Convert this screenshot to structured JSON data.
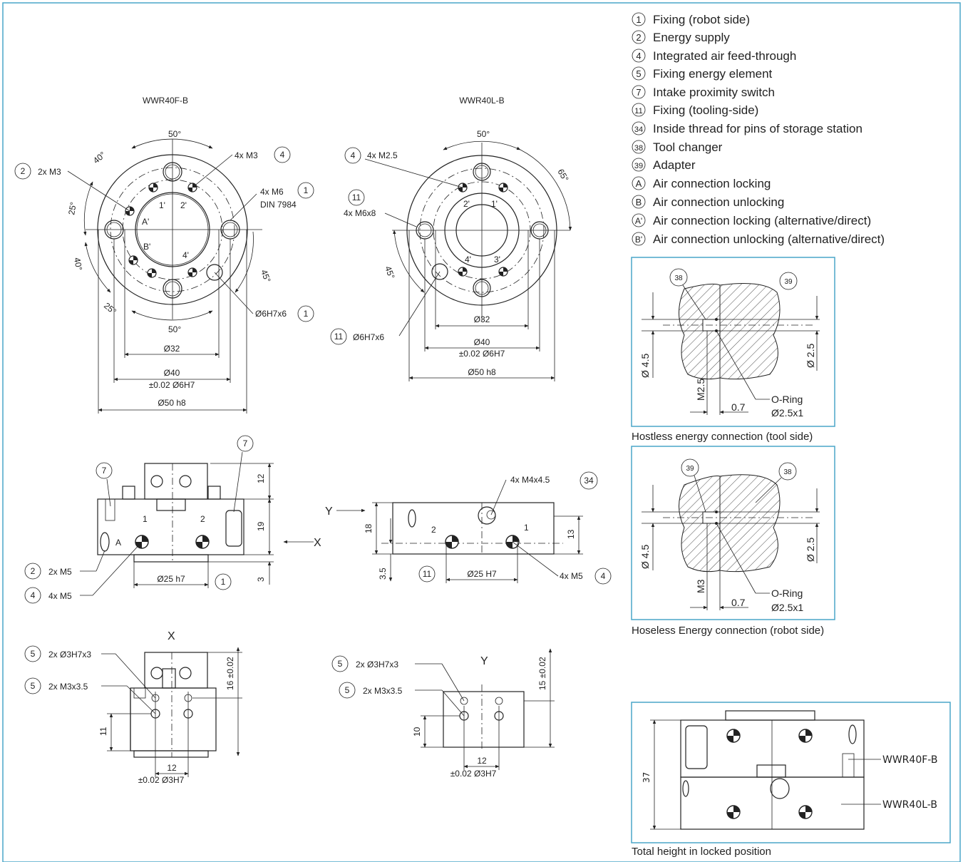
{
  "legend": [
    {
      "marker": "1",
      "text": "Fixing (robot side)"
    },
    {
      "marker": "2",
      "text": "Energy supply"
    },
    {
      "marker": "4",
      "text": "Integrated air feed-through"
    },
    {
      "marker": "5",
      "text": "Fixing energy element"
    },
    {
      "marker": "7",
      "text": "Intake proximity switch"
    },
    {
      "marker": "11",
      "text": "Fixing (tooling-side)"
    },
    {
      "marker": "34",
      "text": "Inside thread for pins of storage station"
    },
    {
      "marker": "38",
      "text": "Tool changer"
    },
    {
      "marker": "39",
      "text": "Adapter"
    },
    {
      "marker": "A",
      "text": "Air connection locking"
    },
    {
      "marker": "B",
      "text": "Air connection unlocking"
    },
    {
      "marker": "A'",
      "text": "Air connection locking (alternative/direct)"
    },
    {
      "marker": "B'",
      "text": "Air connection unlocking (alternative/direct)"
    }
  ],
  "views": {
    "left_title": "WWR40F-B",
    "right_title": "WWR40L-B",
    "x_view": "X",
    "y_view": "Y"
  },
  "left_top": {
    "m3_2x": "2x M3",
    "m3_4x": "4x M3",
    "m6_4x": "4x M6",
    "din": "DIN 7984",
    "pin": "Ø6H7x6",
    "ang50_top": "50°",
    "ang50_bot": "50°",
    "ang40_top": "40°",
    "ang40_mid": "40°",
    "ang25_top": "25°",
    "ang25_bot": "25°",
    "ang45": "45°",
    "d32": "Ø32",
    "d40": "Ø40",
    "d40_tol": "±0.02 Ø6H7",
    "d50": "Ø50 h8",
    "port_1": "1'",
    "port_2": "2'",
    "port_a": "A'",
    "port_b": "B'",
    "port_4": "4'",
    "n2": "2",
    "n4": "4",
    "n1a": "1",
    "n1b": "1"
  },
  "right_top": {
    "m25": "4x M2.5",
    "m6x8": "4x M6x8",
    "pin": "Ø6H7x6",
    "ang50": "50°",
    "ang65": "65°",
    "ang45": "45°",
    "d32": "Ø32",
    "d40": "Ø40",
    "d40_tol": "±0.02 Ø6H7",
    "d50": "Ø50 h8",
    "port_2": "2'",
    "port_1": "1'",
    "port_4": "4'",
    "port_3": "3'",
    "n4": "4",
    "n11a": "11",
    "n11b": "11"
  },
  "left_side": {
    "m5_2x": "2x M5",
    "m5_4x": "4x M5",
    "d25": "Ø25 h7",
    "h12": "12",
    "h19": "19",
    "h3": "3",
    "a": "A",
    "p1": "1",
    "p2": "2",
    "n7a": "7",
    "n7b": "7",
    "n2": "2",
    "n4": "4",
    "n1": "1"
  },
  "right_side": {
    "m4": "4x M4x4.5",
    "m5": "4x M5",
    "d25": "Ø25 H7",
    "h18": "18",
    "h13": "13",
    "h35": "3.5",
    "p1": "1",
    "p2": "2",
    "n34": "34",
    "n11": "11",
    "n4": "4"
  },
  "left_bottom": {
    "d3": "2x Ø3H7x3",
    "m3": "2x M3x3.5",
    "h16": "16 ±0.02",
    "h11": "11",
    "w12": "12",
    "tol": "±0.02 Ø3H7",
    "n5a": "5",
    "n5b": "5"
  },
  "right_bottom": {
    "d3": "2x Ø3H7x3",
    "m3": "2x M3x3.5",
    "h15": "15 ±0.02",
    "h10": "10",
    "w12": "12",
    "tol": "±0.02 Ø3H7",
    "n5a": "5",
    "n5b": "5"
  },
  "detail_tool": {
    "caption": "Hostless energy connection (tool side)",
    "n38": "38",
    "n39": "39",
    "d45": "Ø 4.5",
    "d25": "Ø 2.5",
    "m": "M2.5",
    "w07": "0.7",
    "oring": "O-Ring",
    "oring_size": "Ø2.5x1"
  },
  "detail_robot": {
    "caption": "Hoseless Energy connection (robot side)",
    "n39": "39",
    "n38": "38",
    "d45": "Ø 4.5",
    "d25": "Ø 2.5",
    "m": "M3",
    "w07": "0.7",
    "oring": "O-Ring",
    "oring_size": "Ø2.5x1"
  },
  "locked": {
    "caption": "Total height in locked position",
    "h37": "37",
    "top_label": "WWR40F-B",
    "bottom_label": "WWR40L-B"
  }
}
